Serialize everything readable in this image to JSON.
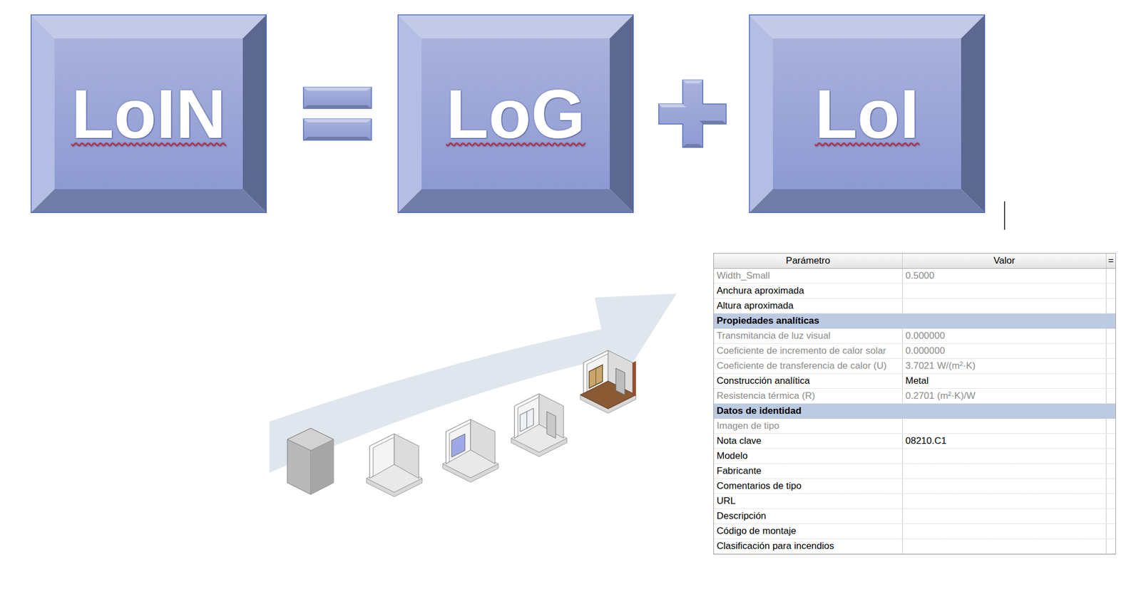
{
  "diagram": {
    "nodes": [
      {
        "text": [
          "LoIN"
        ]
      },
      {
        "text": [
          "LoG"
        ]
      },
      {
        "text": [
          "LoI"
        ]
      }
    ],
    "labels": [
      "Parámetro",
      "Valor",
      "=",
      "Width_Small",
      "0.5000",
      "Anchura aproximada",
      "Altura aproximada",
      "Propiedades analíticas",
      "Transmitancia de luz visual",
      "0.000000",
      "Coeficiente de incremento de calor solar",
      "0.000000",
      "Coeficiente de transferencia de calor (U)",
      "3.7021 W/(m²·K)",
      "Construcción analítica",
      "Metal",
      "Resistencia térmica (R)",
      "0.2701 (m²·K)/W",
      "Datos de identidad",
      "Imagen de tipo",
      "Nota clave",
      "08210.C1",
      "Modelo",
      "Fabricante",
      "Comentarios de tipo",
      "URL",
      "Descripción",
      "Código de montaje",
      "Clasificación para incendios"
    ]
  }
}
